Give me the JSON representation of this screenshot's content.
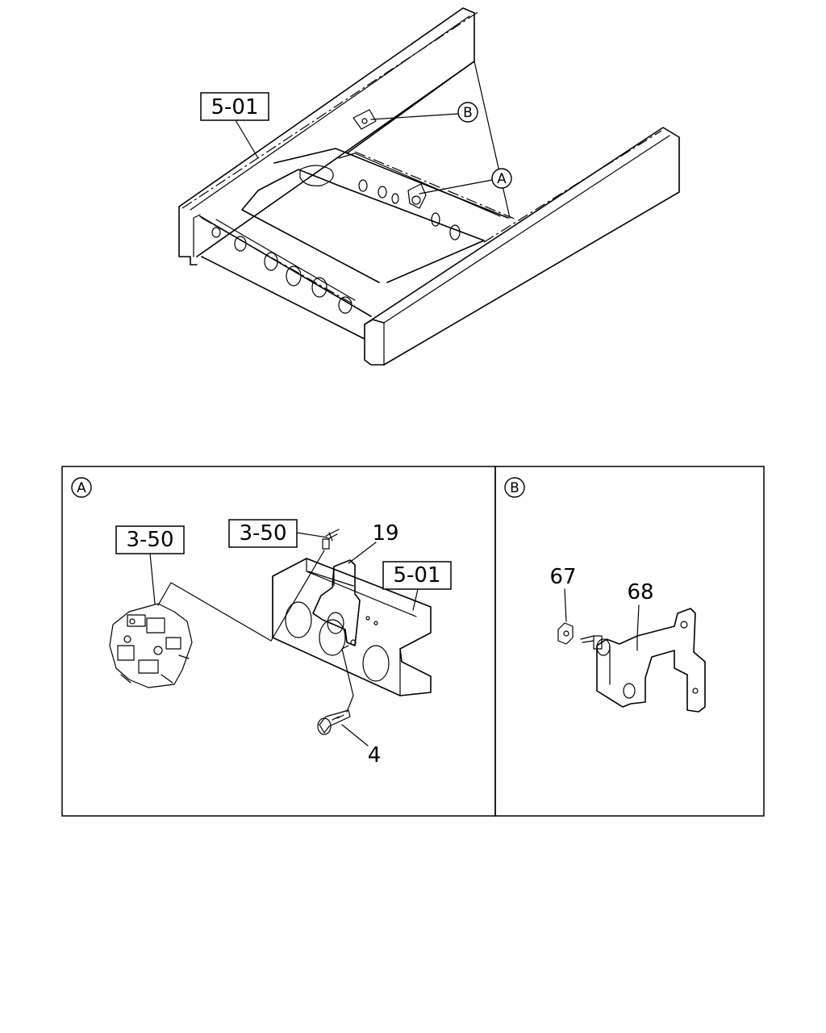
{
  "overview": {
    "frame_ref": "5-01",
    "callout_a": "A",
    "callout_b": "B"
  },
  "detail_a": {
    "circle_label": "A",
    "ref_left": "3-50",
    "ref_top": "3-50",
    "ref_frame": "5-01",
    "part_bracket": "19",
    "part_bolt": "4"
  },
  "detail_b": {
    "circle_label": "B",
    "part_nut": "67",
    "part_bracket": "68"
  }
}
